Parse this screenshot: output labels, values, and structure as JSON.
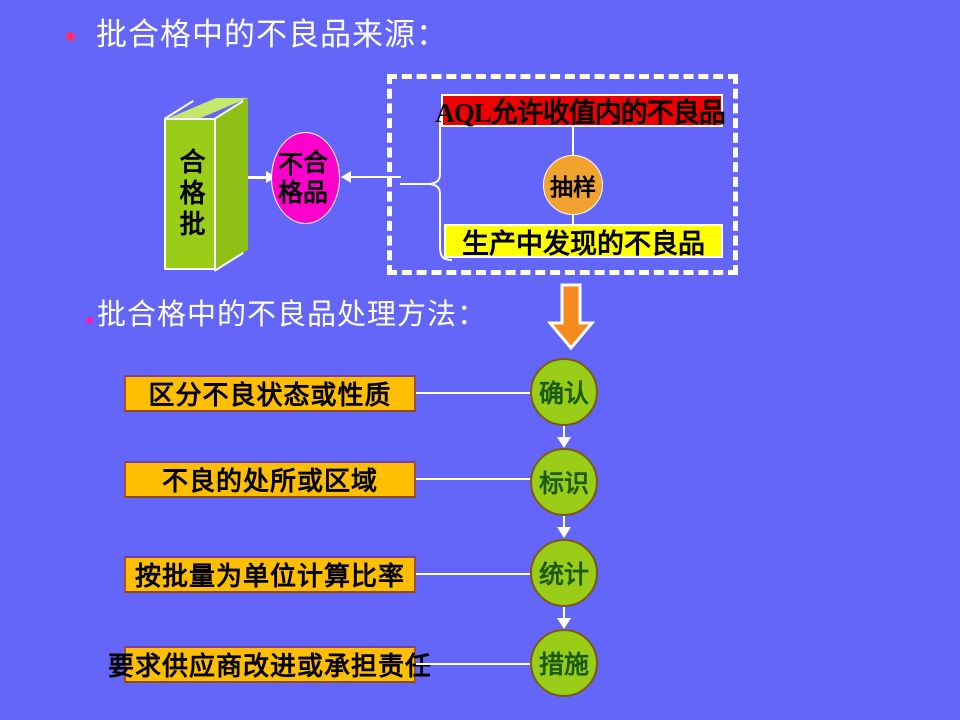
{
  "slide": {
    "background_color": "#6366F8",
    "headings": [
      {
        "text": "批合格中的不良品来源：",
        "bullet_color": "#FF2F6E"
      },
      {
        "text": "批合格中的不良品处理方法：",
        "bullet_color": "#FF18B8"
      }
    ]
  },
  "source_section": {
    "dashed_container_border_color": "#FFFFFF",
    "accepted_lot_box": {
      "label": "合格批",
      "fill_color": "#9ACD18",
      "text_color": "#000000"
    },
    "defect_ellipse": {
      "label": "不合格品",
      "chars": [
        "不",
        "合",
        "格",
        "品"
      ],
      "fill_color": "#FF00CC",
      "text_color": "#000000"
    },
    "aql_box": {
      "label": "AQL允许收值内的不良品",
      "fill_color": "#EE0000",
      "text_color": "#000000"
    },
    "sampling_circle": {
      "label": "抽样",
      "fill_color": "#F2A22E",
      "text_color": "#000000"
    },
    "production_box": {
      "label": "生产中发现的不良品",
      "fill_color": "#FFFF00",
      "text_color": "#000000"
    }
  },
  "handling_section": {
    "flow_arrow_color": "#F58A1F",
    "steps": [
      {
        "description": "区分不良状态或性质",
        "stage": "确认"
      },
      {
        "description": "不良的处所或区域",
        "stage": "标识"
      },
      {
        "description": "按批量为单位计算比率",
        "stage": "统计"
      },
      {
        "description": "要求供应商改进或承担责任",
        "stage": "措施"
      }
    ],
    "box_fill_color": "#FFBF00",
    "circle_fill_color": "#9ACD18",
    "circle_text_color": "#1B5C13"
  }
}
